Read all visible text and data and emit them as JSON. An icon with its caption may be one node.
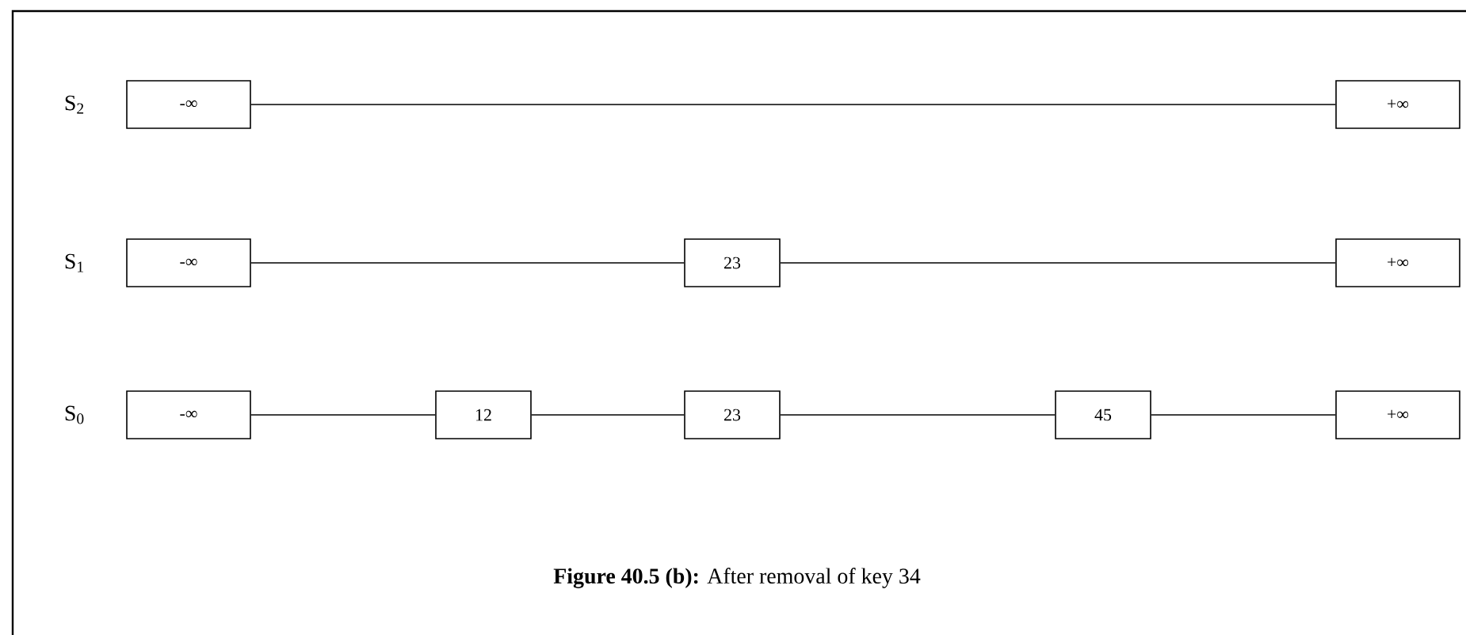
{
  "diagram": {
    "caption": "**Figure 40.5 (b):** After removal of key 34",
    "nodes": [
      {
        "text": [
          "-∞"
        ]
      },
      {
        "text": [
          "+∞"
        ]
      },
      {
        "text": [
          "-∞"
        ]
      },
      {
        "text": [
          "23"
        ]
      },
      {
        "text": [
          "+∞"
        ]
      },
      {
        "text": [
          "-∞"
        ]
      },
      {
        "text": [
          "12"
        ]
      },
      {
        "text": [
          "23"
        ]
      },
      {
        "text": [
          "45"
        ]
      },
      {
        "text": [
          "+∞"
        ]
      }
    ],
    "edges": [
      {
        "from": 0,
        "to": 1,
        "arrow": "none"
      },
      {
        "from": 2,
        "to": 3,
        "arrow": "none"
      },
      {
        "from": 3,
        "to": 4,
        "arrow": "none"
      },
      {
        "from": 5,
        "to": 6,
        "arrow": "none"
      },
      {
        "from": 6,
        "to": 7,
        "arrow": "none"
      },
      {
        "from": 7,
        "to": 8,
        "arrow": "none"
      },
      {
        "from": 8,
        "to": 9,
        "arrow": "none"
      }
    ],
    "labels": [
      "S$_{2}$",
      "S$_{1}$",
      "S$_{0}$"
    ]
  }
}
